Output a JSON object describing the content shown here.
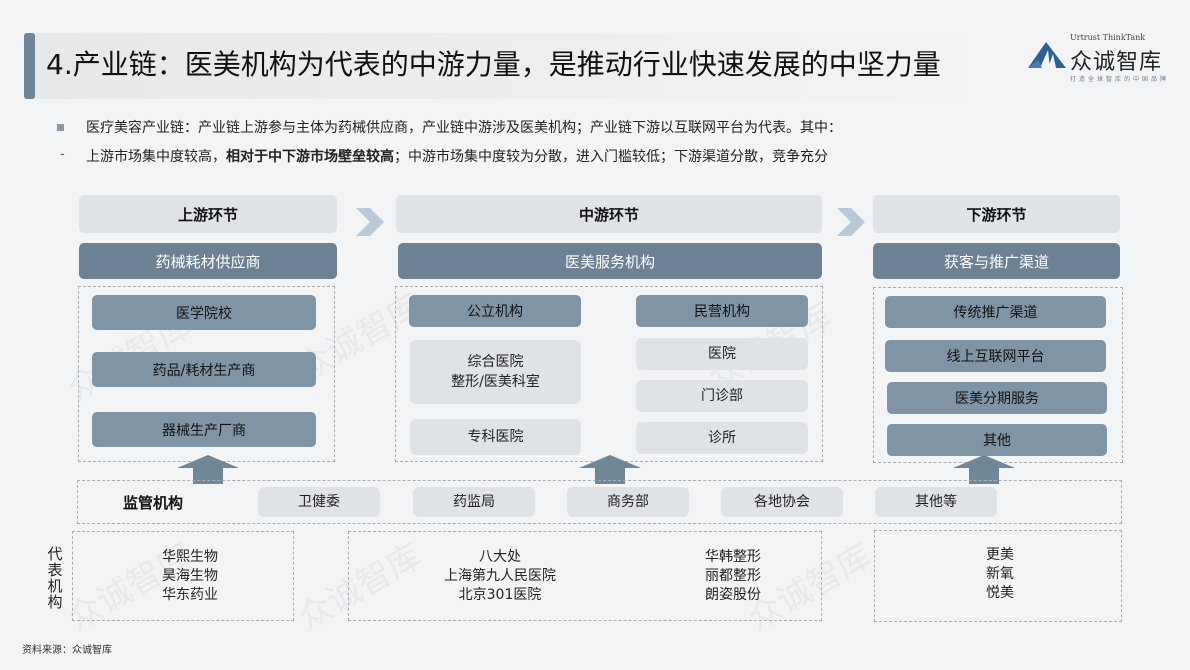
{
  "header": {
    "title": "4.产业链：医美机构为代表的中游力量，是推动行业快速发展的中坚力量",
    "logo": {
      "en": "Urtrust ThinkTank",
      "cn": "众诚智库",
      "slogan": "打造全球智库的中国品牌",
      "accent_color": "#2d5f8f"
    }
  },
  "intro": {
    "line1": "医疗美容产业链：产业链上游参与主体为药械供应商，产业链中游涉及医美机构；产业链下游以互联网平台为代表。其中：",
    "line2_prefix": "上游市场集中度较高，",
    "line2_bold": "相对于中下游市场壁垒较高",
    "line2_suffix": "；中游市场集中度较为分散，进入门槛较低；下游渠道分散，竞争充分"
  },
  "stages": {
    "upstream": {
      "header": "上游环节",
      "category": "药械耗材供应商",
      "items": [
        "医学院校",
        "药品/耗材生产商",
        "器械生产厂商"
      ]
    },
    "midstream": {
      "header": "中游环节",
      "category": "医美服务机构",
      "public": {
        "label": "公立机构",
        "items": [
          "综合医院\n整形/医美科室",
          "专科医院"
        ],
        "item1_line1": "综合医院",
        "item1_line2": "整形/医美科室",
        "item2": "专科医院"
      },
      "private": {
        "label": "民营机构",
        "items": [
          "医院",
          "门诊部",
          "诊所"
        ]
      }
    },
    "downstream": {
      "header": "下游环节",
      "category": "获客与推广渠道",
      "items": [
        "传统推广渠道",
        "线上互联网平台",
        "医美分期服务",
        "其他"
      ]
    }
  },
  "regulators": {
    "label": "监管机构",
    "items": [
      "卫健委",
      "药监局",
      "商务部",
      "各地协会",
      "其他等"
    ]
  },
  "representatives": {
    "label": [
      "代",
      "表",
      "机",
      "构"
    ],
    "upstream": [
      "华熙生物",
      "昊海生物",
      "华东药业"
    ],
    "midstream_public": [
      "八大处",
      "上海第九人民医院",
      "北京301医院"
    ],
    "midstream_private": [
      "华韩整形",
      "丽都整形",
      "朗姿股份"
    ],
    "downstream": [
      "更美",
      "新氧",
      "悦美"
    ]
  },
  "footer": {
    "source": "资料来源：众诚智库"
  },
  "colors": {
    "accent": "#6e8597",
    "box_dark": "#7f95a5",
    "box_light": "#dfe2e6",
    "stage_sub": "#6c8193",
    "chevron": "#b9c9d6",
    "background": "#f3f4f5"
  }
}
